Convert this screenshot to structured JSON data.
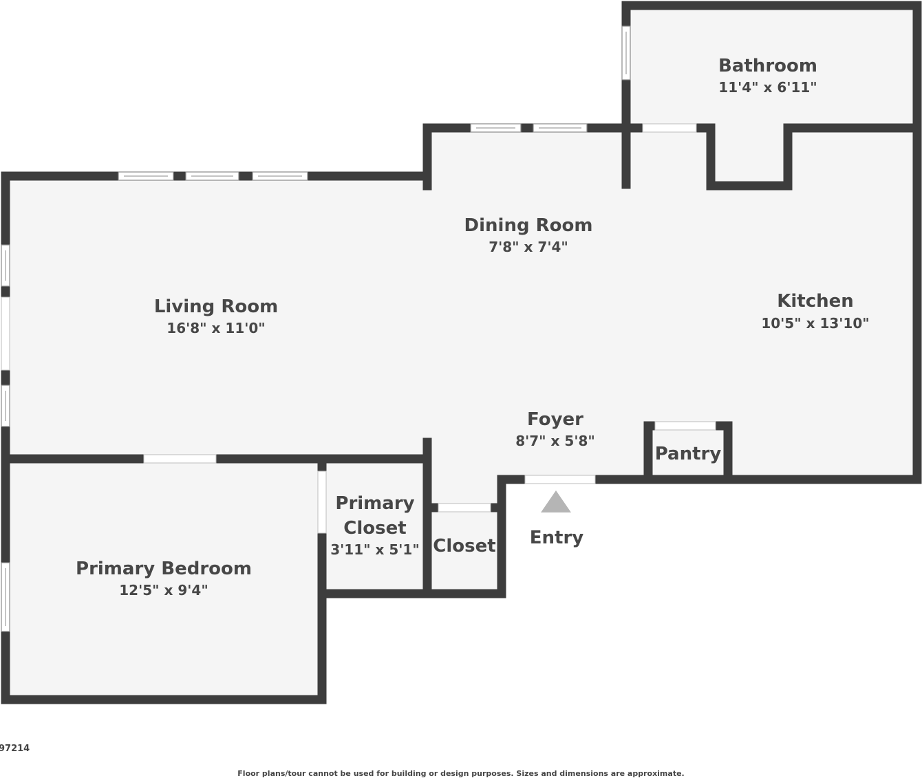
{
  "rooms": {
    "bathroom": {
      "name": "Bathroom",
      "dims": "11'4\" x 6'11\""
    },
    "dining": {
      "name": "Dining Room",
      "dims": "7'8\" x 7'4\""
    },
    "living": {
      "name": "Living Room",
      "dims": "16'8\" x 11'0\""
    },
    "kitchen": {
      "name": "Kitchen",
      "dims": "10'5\" x 13'10\""
    },
    "foyer": {
      "name": "Foyer",
      "dims": "8'7\" x 5'8\""
    },
    "pantry": {
      "name": "Pantry"
    },
    "primary_closet": {
      "name_line1": "Primary",
      "name_line2": "Closet",
      "dims": "3'11\" x 5'1\""
    },
    "closet": {
      "name": "Closet"
    },
    "primary_bedroom": {
      "name": "Primary Bedroom",
      "dims": "12'5\" x 9'4\""
    },
    "entry": {
      "name": "Entry"
    }
  },
  "footer": {
    "id": "97214",
    "disclaimer": "Floor plans/tour cannot be used for building or design purposes. Sizes and dimensions are approximate."
  },
  "colors": {
    "wall": "#3d3d3d",
    "floor": "#f5f5f5",
    "text": "#474747",
    "entry_marker": "#b5b5b5"
  }
}
